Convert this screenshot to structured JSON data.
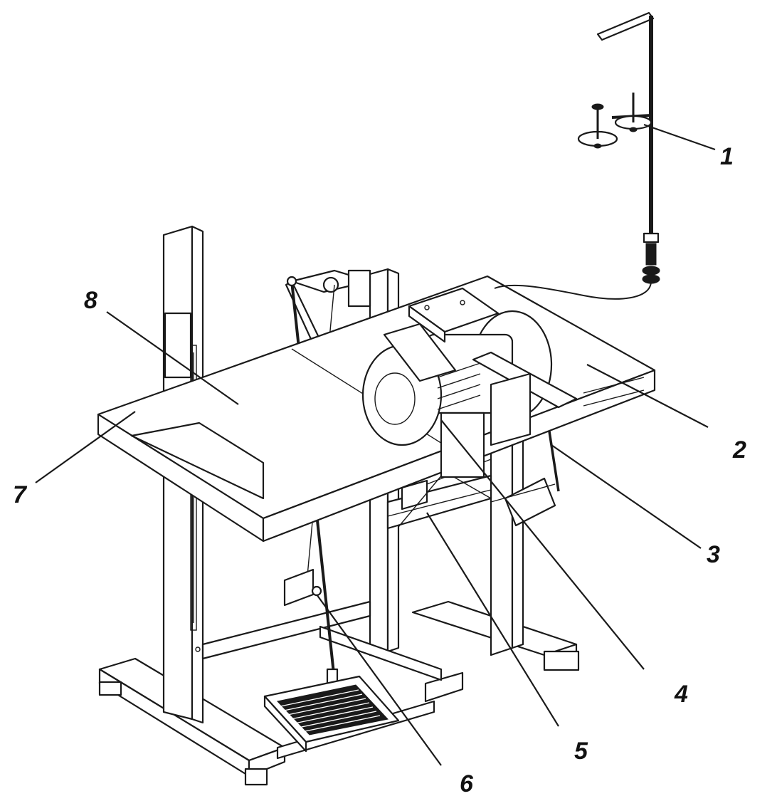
{
  "figure": {
    "labels": [
      {
        "id": "thread-stand",
        "text": "1"
      },
      {
        "id": "table-top-right",
        "text": "2"
      },
      {
        "id": "pedal-rod-bracket",
        "text": "3"
      },
      {
        "id": "upper-crossbar",
        "text": "4"
      },
      {
        "id": "lower-crossbar",
        "text": "5"
      },
      {
        "id": "pedal-rod",
        "text": "6"
      },
      {
        "id": "table-edge",
        "text": "7"
      },
      {
        "id": "table-top-left",
        "text": "8"
      }
    ]
  },
  "colors": {
    "ink": "#1a1a1a",
    "paper": "#ffffff"
  }
}
